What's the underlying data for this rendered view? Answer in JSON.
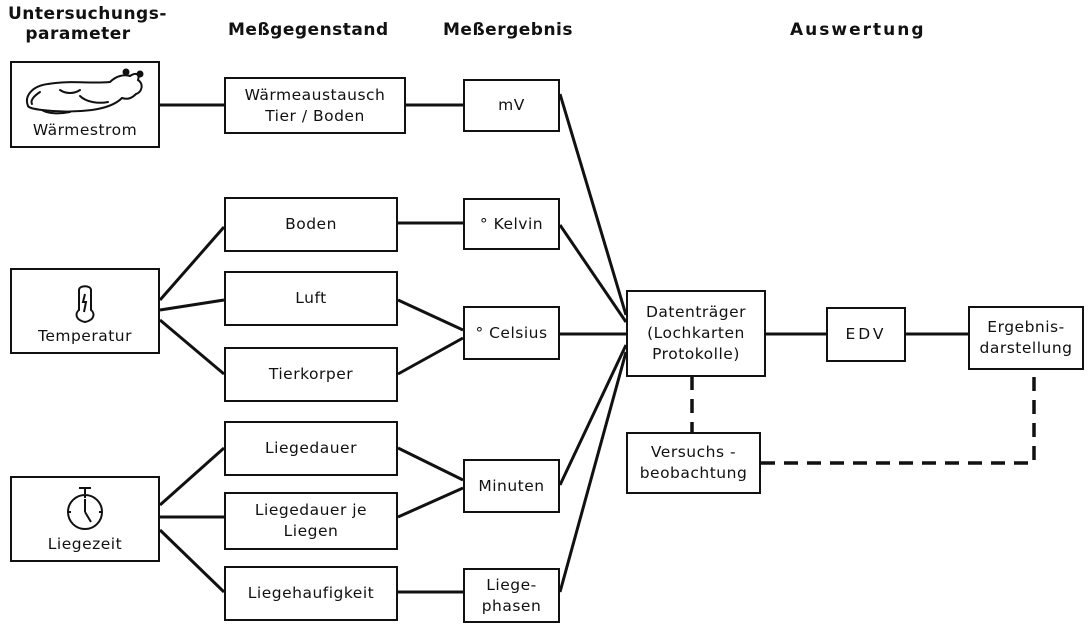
{
  "headers": {
    "col1": "Untersuchungs-\nparameter",
    "col2": "Meßgegenstand",
    "col3": "Meßergebnis",
    "col4": "Auswertung"
  },
  "parameters": {
    "waermestrom": "Wärmestrom",
    "temperatur": "Temperatur",
    "liegezeit": "Liegezeit"
  },
  "measurement_objects": {
    "waermeaustausch": "Wärmeaustausch\nTier / Boden",
    "boden": "Boden",
    "luft": "Luft",
    "tierkoerper": "Tierkorper",
    "liegedauer": "Liegedauer",
    "liegedauer_je_liegen": "Liegedauer je\nLiegen",
    "liegehaeufigkeit": "Liegehaufigkeit"
  },
  "results": {
    "mv": "mV",
    "kelvin": "° Kelvin",
    "celsius": "° Celsius",
    "minuten": "Minuten",
    "liegephasen": "Liege-\nphasen"
  },
  "evaluation": {
    "datentraeger": "Datenträger\n(Lochkarten\nProtokolle)",
    "edv": "EDV",
    "ergebnis": "Ergebnis-\ndarstellung",
    "versuch": "Versuchs -\nbeobachtung"
  },
  "icons": {
    "waermestrom": "cow-icon",
    "temperatur": "thermometer-icon",
    "liegezeit": "stopwatch-icon"
  },
  "colors": {
    "line": "#111111",
    "background": "#ffffff"
  }
}
